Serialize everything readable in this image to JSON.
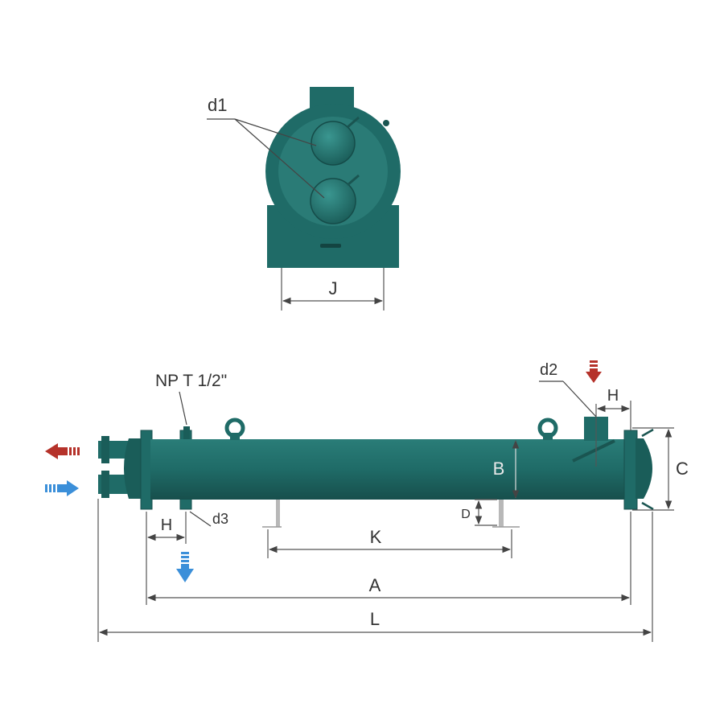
{
  "labels": {
    "d1": "d1",
    "j": "J",
    "npt": "NP T 1/2\"",
    "d2": "d2",
    "d3": "d3",
    "h_left": "H",
    "h_right": "H",
    "b": "B",
    "c": "C",
    "d": "D",
    "k": "K",
    "a": "A",
    "l": "L"
  },
  "colors": {
    "body": "#1f6b67",
    "body_light": "#2e8580",
    "body_dark": "#164f4c",
    "hot_arrow": "#b5322a",
    "cold_arrow": "#3b8fd9",
    "dimension": "#555555"
  },
  "icons": {
    "outlet_hot": "left-arrow-icon",
    "inlet_cold": "right-arrow-icon",
    "inlet_hot": "down-arrow-icon",
    "outlet_cold": "down-arrow-icon"
  }
}
